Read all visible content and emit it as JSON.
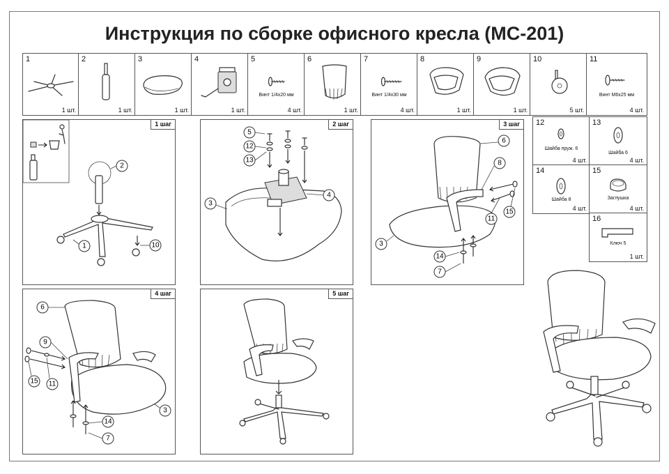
{
  "title": "Инструкция по сборке офисного кресла (MC-201)",
  "parts": [
    {
      "num": "1",
      "qty": "1 шт.",
      "desc": ""
    },
    {
      "num": "2",
      "qty": "1 шт.",
      "desc": ""
    },
    {
      "num": "3",
      "qty": "1 шт.",
      "desc": ""
    },
    {
      "num": "4",
      "qty": "1 шт.",
      "desc": ""
    },
    {
      "num": "5",
      "qty": "4 шт.",
      "desc": "Винт 1/4х20 мм"
    },
    {
      "num": "6",
      "qty": "1 шт.",
      "desc": ""
    },
    {
      "num": "7",
      "qty": "4 шт.",
      "desc": "Винт 1/4х30 мм"
    },
    {
      "num": "8",
      "qty": "1 шт.",
      "desc": ""
    },
    {
      "num": "9",
      "qty": "1 шт.",
      "desc": ""
    },
    {
      "num": "10",
      "qty": "5 шт.",
      "desc": ""
    },
    {
      "num": "11",
      "qty": "4 шт.",
      "desc": "Винт M6х25 мм"
    },
    {
      "num": "12",
      "qty": "4 шт.",
      "desc": "Шайба пруж. 6"
    },
    {
      "num": "13",
      "qty": "4 шт.",
      "desc": "Шайба 6"
    },
    {
      "num": "14",
      "qty": "4 шт.",
      "desc": "Шайба 8"
    },
    {
      "num": "15",
      "qty": "4 шт.",
      "desc": "Заглушка"
    },
    {
      "num": "16",
      "qty": "1 шт.",
      "desc": "Ключ 5"
    }
  ],
  "steps": [
    "1 шаг",
    "2 шаг",
    "3 шаг",
    "4 шаг",
    "5 шаг"
  ],
  "callouts": {
    "step1": [
      "2",
      "1",
      "10"
    ],
    "step2": [
      "5",
      "12",
      "13",
      "3",
      "4"
    ],
    "step3": [
      "6",
      "8",
      "11",
      "15",
      "3",
      "14",
      "7"
    ],
    "step4": [
      "6",
      "9",
      "15",
      "11",
      "3",
      "14",
      "7"
    ]
  }
}
